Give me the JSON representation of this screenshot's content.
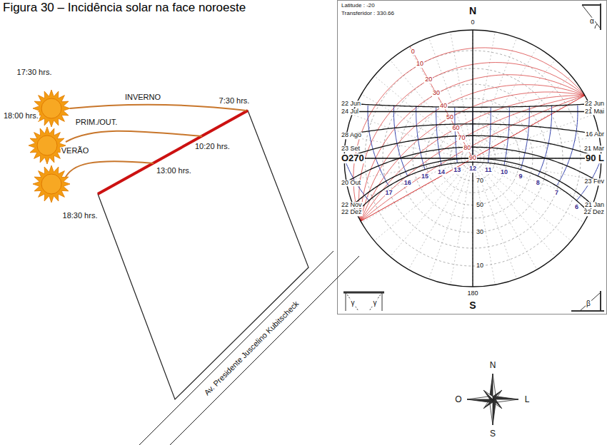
{
  "diagram": {
    "title": "Figura 30 – Incidência solar na face noroeste",
    "nodes": [
      {
        "text": [
          "Av. Presidente Juscelino Kubitscheck"
        ]
      }
    ],
    "labels": [
      "17:30 hrs.",
      "INVERNO",
      "7:30 hrs.",
      "18:00 hrs.",
      "PRIM./OUT.",
      "10:20 hrs.",
      "VERÃO",
      "13:00 hrs.",
      "18:30 hrs.",
      "Latitude : -20",
      "Transferidor : 330.66",
      "N",
      "0",
      "α",
      "22 Jun",
      "24 Jul",
      "28 Ago",
      "23 Set",
      "O270",
      "20 Out",
      "22 Nov",
      "22 Dez",
      "22 Jun",
      "21 Mai",
      "16 Abr",
      "21 Mar",
      "90 L",
      "23 Fev",
      "21 Jan",
      "22 Dez",
      "0",
      "10",
      "20",
      "30",
      "40",
      "50",
      "60",
      "70",
      "80",
      "90",
      "17",
      "16",
      "15",
      "14",
      "13",
      "12",
      "11",
      "10",
      "9",
      "8",
      "7",
      "6",
      "70",
      "50",
      "30",
      "10",
      "180",
      "S",
      "γ",
      "γ",
      "β",
      "N",
      "O",
      "L",
      "S"
    ]
  }
}
